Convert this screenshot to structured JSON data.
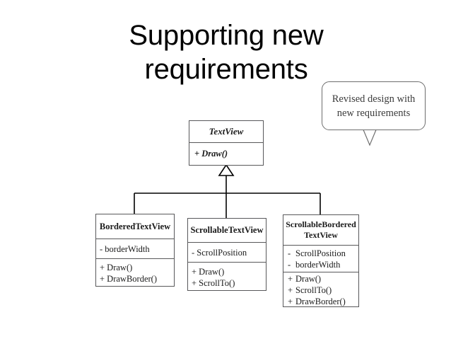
{
  "slide": {
    "title_lines": [
      "Supporting new",
      "requirements"
    ],
    "background_color": "#ffffff",
    "line_color": "#58585a"
  },
  "callout": {
    "lines": [
      "Revised design with",
      "new requirements"
    ],
    "border_color": "#6e6e6e",
    "text_color": "#3c3c3c",
    "tail": "v-pointer-down"
  },
  "diagram": {
    "type": "uml-class-diagram",
    "relationship": "generalization",
    "classes": [
      {
        "id": "textview",
        "name": "TextView",
        "abstract": true,
        "attributes": [],
        "operations": [
          {
            "visibility": "+",
            "text": "+ Draw()"
          }
        ]
      },
      {
        "id": "bordered",
        "name": "BorderedTextView",
        "abstract": false,
        "attributes": [
          {
            "visibility": "-",
            "text": "- borderWidth"
          }
        ],
        "operations": [
          {
            "visibility": "+",
            "text": "+ Draw()"
          },
          {
            "visibility": "+",
            "text": "+ DrawBorder()"
          }
        ]
      },
      {
        "id": "scrollable",
        "name": "ScrollableTextView",
        "abstract": false,
        "attributes": [
          {
            "visibility": "-",
            "text": "- ScrollPosition"
          }
        ],
        "operations": [
          {
            "visibility": "+",
            "text": "+ Draw()"
          },
          {
            "visibility": "+",
            "text": "+ ScrollTo()"
          }
        ]
      },
      {
        "id": "scrollbordered",
        "name_lines": [
          "ScrollableBordered",
          "TextView"
        ],
        "name": "ScrollableBorderedTextView",
        "abstract": false,
        "attributes": [
          {
            "visibility": "-",
            "name": "ScrollPosition"
          },
          {
            "visibility": "-",
            "name": "borderWidth"
          }
        ],
        "operations": [
          {
            "visibility": "+",
            "name": "Draw()"
          },
          {
            "visibility": "+",
            "name": "ScrollTo()"
          },
          {
            "visibility": "+",
            "name": "DrawBorder()"
          }
        ]
      }
    ]
  }
}
